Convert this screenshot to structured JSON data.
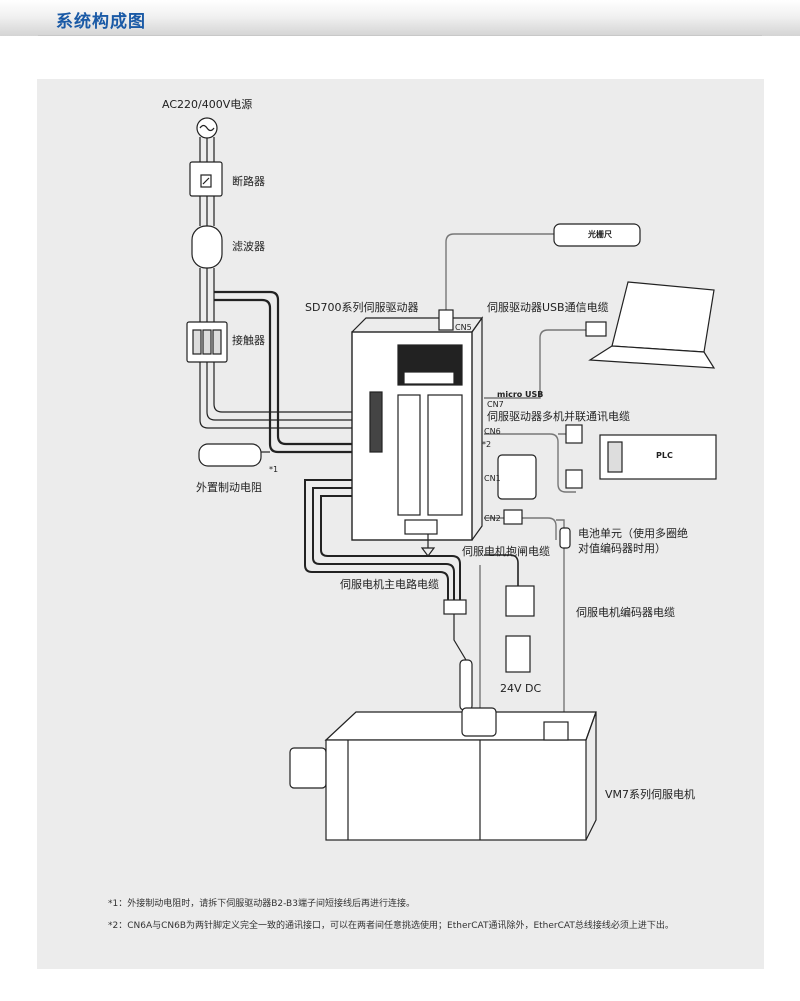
{
  "header": {
    "title": "系统构成图"
  },
  "labels": {
    "power": "AC220/400V电源",
    "breaker": "断路器",
    "filter": "滤波器",
    "contactor": "接触器",
    "resistor": "外置制动电阻",
    "resistor_mark": "*1",
    "drive": "SD700系列伺服驱动器",
    "grating": "光栅尺",
    "usb_cable": "伺服驱动器USB通信电缆",
    "cn5": "CN5",
    "cn7": "CN7",
    "micro_usb": "micro USB",
    "parallel": "伺服驱动器多机并联通讯电缆",
    "cn6": "CN6",
    "cn6_mark": "*2",
    "cn1": "CN1",
    "cn2": "CN2",
    "plc": "PLC",
    "battery_line1": "电池单元（使用多圈绝",
    "battery_line2": "对值编码器时用）",
    "brake_cable": "伺服电机抱闸电缆",
    "main_cable": "伺服电机主电路电缆",
    "encoder_cable": "伺服电机编码器电缆",
    "dc24": "24V DC",
    "motor": "VM7系列伺服电机"
  },
  "notes": [
    "*1：外接制动电阻时，请拆下伺服驱动器B2-B3端子间短接线后再进行连接。",
    "*2：CN6A与CN6B为两针脚定义完全一致的通讯接口，可以在两者间任意挑选使用；EtherCAT通讯除外，EtherCAT总线接线必须上进下出。"
  ]
}
